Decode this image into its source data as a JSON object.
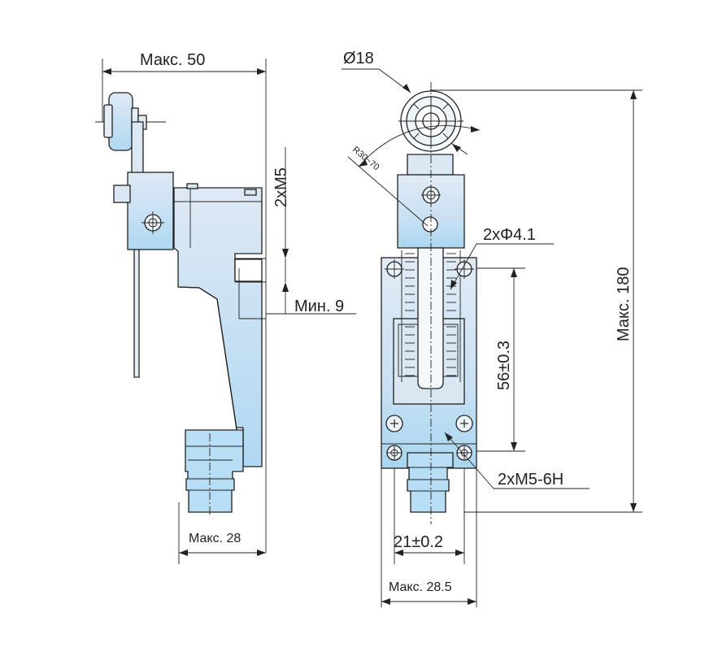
{
  "labels": {
    "max_50": "Макс. 50",
    "two_x_m5": "2xM5",
    "min_9": "Мин. 9",
    "max_28": "Макс. 28",
    "diameter_18": "Ø18",
    "radius_30_70": "R30~70",
    "two_x_phi_4_1": "2xΦ4.1",
    "center_distance": "56±0.3",
    "max_180": "Макс. 180",
    "two_x_m5_6h": "2xM5-6H",
    "width_21": "21±0.2",
    "max_28_5": "Макс. 28.5"
  },
  "colors": {
    "body_top": "#dce8f5",
    "body_bottom": "#aed7f1",
    "line": "#222222"
  }
}
